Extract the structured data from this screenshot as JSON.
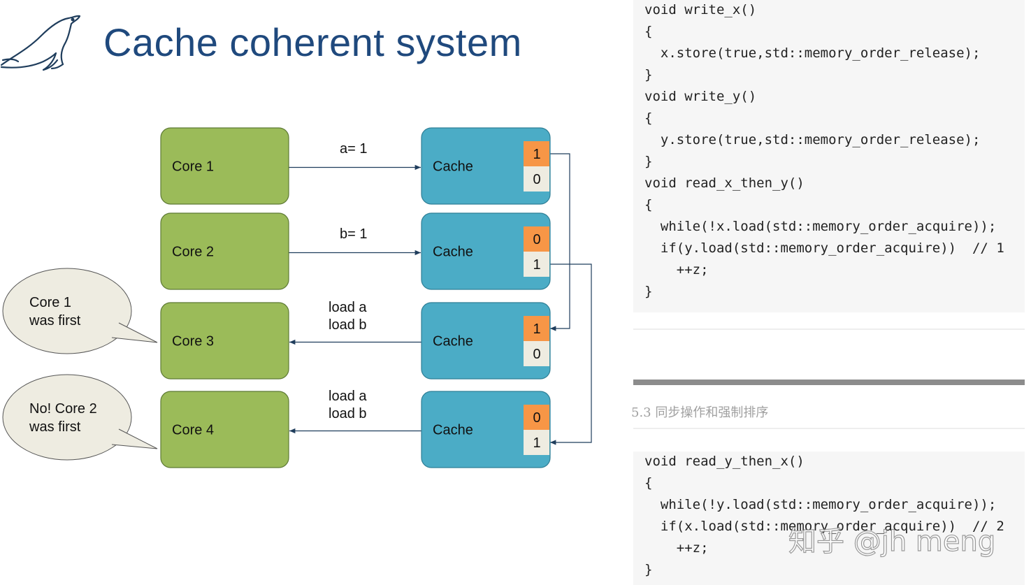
{
  "slide": {
    "title": "Cache coherent system",
    "logo_icon": "seal-icon"
  },
  "colors": {
    "title": "#1f497d",
    "core_fill": "#9bbb59",
    "core_stroke": "#5e7a35",
    "cache_fill": "#4bacc6",
    "cache_stroke": "#2f7f96",
    "bit_orange": "#f79646",
    "bit_cream": "#eeece1",
    "bubble_fill": "#eeece1",
    "line": "#1f3d5c"
  },
  "diagram": {
    "cores": [
      {
        "label": "Core 1"
      },
      {
        "label": "Core 2"
      },
      {
        "label": "Core 3"
      },
      {
        "label": "Core 4"
      }
    ],
    "caches": [
      {
        "label": "Cache",
        "bits": [
          "1",
          "0"
        ],
        "highlight": 0
      },
      {
        "label": "Cache",
        "bits": [
          "0",
          "1"
        ],
        "highlight": 0
      },
      {
        "label": "Cache",
        "bits": [
          "1",
          "0"
        ],
        "highlight": 0
      },
      {
        "label": "Cache",
        "bits": [
          "0",
          "1"
        ],
        "highlight": 0
      }
    ],
    "arrows": [
      {
        "lines": [
          "a= 1"
        ],
        "direction": "to-cache"
      },
      {
        "lines": [
          "b= 1"
        ],
        "direction": "to-cache"
      },
      {
        "lines": [
          "load a",
          "load b"
        ],
        "direction": "to-core"
      },
      {
        "lines": [
          "load a",
          "load b"
        ],
        "direction": "to-core"
      }
    ],
    "bubbles": [
      {
        "lines": [
          "Core 1",
          "was first"
        ]
      },
      {
        "lines": [
          "No! Core 2",
          "was first"
        ]
      }
    ]
  },
  "code_top": [
    "void write_x()",
    "{",
    "  x.store(true,std::memory_order_release);",
    "}",
    "void write_y()",
    "{",
    "  y.store(true,std::memory_order_release);",
    "}",
    "void read_x_then_y()",
    "{",
    "  while(!x.load(std::memory_order_acquire));",
    "  if(y.load(std::memory_order_acquire))  // 1",
    "    ++z;",
    "}"
  ],
  "section_heading": "5.3 同步操作和强制排序",
  "code_bottom": [
    "void read_y_then_x()",
    "{",
    "  while(!y.load(std::memory_order_acquire));",
    "  if(x.load(std::memory_order_acquire))  // 2",
    "    ++z;",
    "}"
  ],
  "watermark": "知乎 @jh meng"
}
